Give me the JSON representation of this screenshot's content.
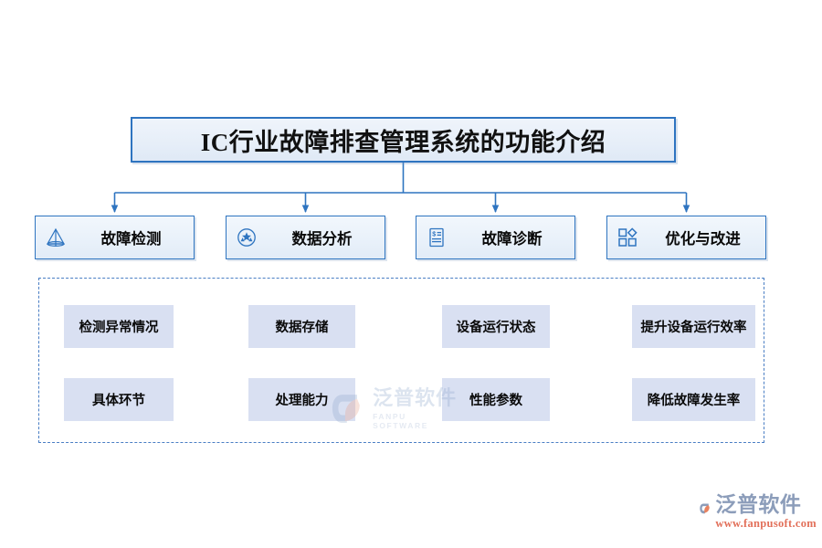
{
  "page": {
    "background_color": "#ffffff",
    "accent_color": "#2e74c0",
    "chip_color": "#d9e0f2"
  },
  "title": {
    "text": "IC行业故障排查管理系统的功能介绍"
  },
  "categories": [
    {
      "label": "故障检测",
      "icon": "pyramid-icon"
    },
    {
      "label": "数据分析",
      "icon": "star-badge-icon"
    },
    {
      "label": "故障诊断",
      "icon": "invoice-document-icon"
    },
    {
      "label": "优化与改进",
      "icon": "shapes-grid-icon"
    }
  ],
  "details": {
    "rows": [
      [
        "检测异常情况",
        "数据存储",
        "设备运行状态",
        "提升设备运行效率"
      ],
      [
        "具体环节",
        "处理能力",
        "性能参数",
        "降低故障发生率"
      ]
    ]
  },
  "watermark": {
    "name_cn": "泛普软件",
    "name_en": "FANPU SOFTWARE"
  },
  "logo": {
    "name_cn": "泛普软件",
    "url": "www.fanpusoft.com"
  }
}
